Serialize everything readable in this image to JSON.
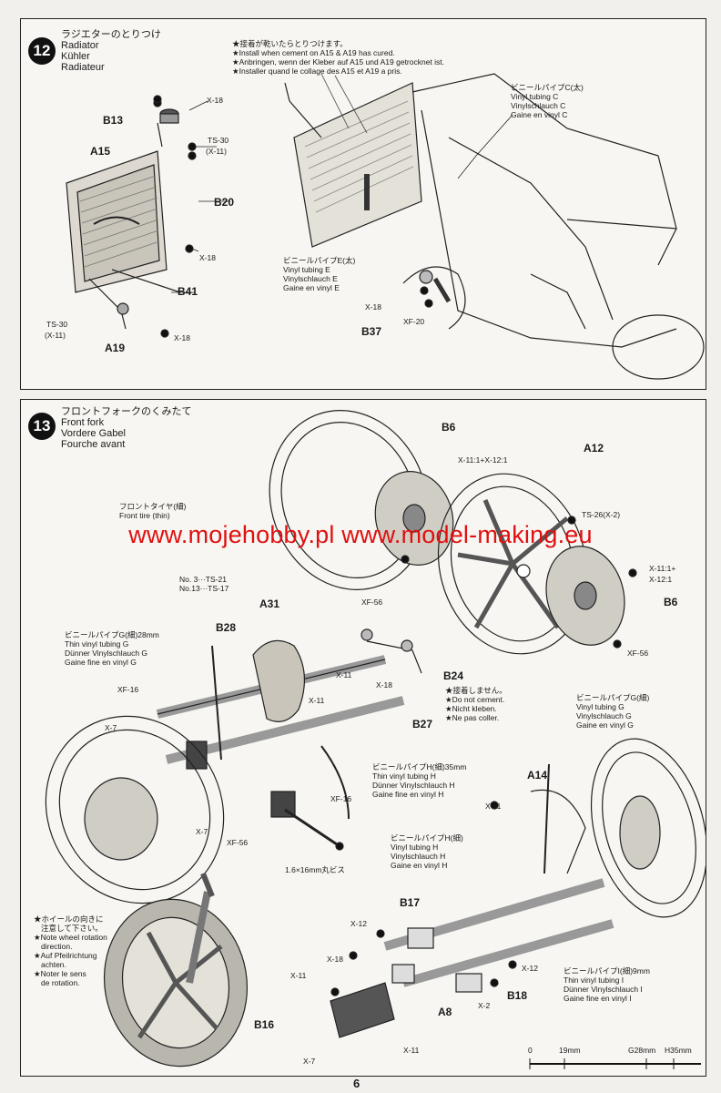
{
  "step12": {
    "number": "12",
    "title_jp": "ラジエターのとりつけ",
    "title_en": "Radiator",
    "title_de": "Kühler",
    "title_fr": "Radiateur",
    "note_jp": "★接着が乾いたらとりつけます。",
    "note_en": "★Install when cement on A15 & A19 has cured.",
    "note_de": "★Anbringen, wenn der Kleber auf A15 und A19 getrocknet ist.",
    "note_fr": "★Installer quand le collage des A15 et A19 a pris.",
    "tubing_c_jp": "ビニールパイプC(太)",
    "tubing_c_en": "Vinyl tubing C",
    "tubing_c_de": "Vinylschlauch C",
    "tubing_c_fr": "Gaine en vinyl C",
    "tubing_e_jp": "ビニールパイプE(太)",
    "tubing_e_en": "Vinyl tubing E",
    "tubing_e_de": "Vinylschlauch E",
    "tubing_e_fr": "Gaine en vinyl E",
    "labels": {
      "x18a": "X-18",
      "b13": "B13",
      "ts30a": "TS-30",
      "x11a": "(X-11)",
      "a15": "A15",
      "b20": "B20",
      "x18b": "X-18",
      "b41": "B41",
      "ts30b": "TS-30",
      "x11b": "(X-11)",
      "a19": "A19",
      "x18c": "X-18",
      "x18d": "X-18",
      "xf20": "XF-20",
      "b37": "B37"
    }
  },
  "step13": {
    "number": "13",
    "title_jp": "フロントフォークのくみたて",
    "title_en": "Front fork",
    "title_de": "Vordere Gabel",
    "title_fr": "Fourche avant",
    "front_tire_jp": "フロントタイヤ(細)",
    "front_tire_en": "Front tire (thin)",
    "ts21": "No. 3···TS-21",
    "ts17": "No.13···TS-17",
    "tubing_g_jp": "ビニールパイプG(細)28mm",
    "tubing_g_en": "Thin vinyl tubing G",
    "tubing_g_de": "Dünner Vinylschlauch G",
    "tubing_g_fr": "Gaine fine en vinyl G",
    "no_cement_jp": "★接着しません。",
    "no_cement_en": "★Do not cement.",
    "no_cement_de": "★Nicht kleben.",
    "no_cement_fr": "★Ne pas coller.",
    "tubing_g2_jp": "ビニールパイプG(細)",
    "tubing_g2_en": "Vinyl tubing G",
    "tubing_g2_de": "Vinylschlauch G",
    "tubing_g2_fr": "Gaine en vinyl G",
    "tubing_h_jp": "ビニールパイプH(細)35mm",
    "tubing_h_en": "Thin vinyl tubing H",
    "tubing_h_de": "Dünner Vinylschlauch H",
    "tubing_h_fr": "Gaine fine en vinyl H",
    "tubing_h2_jp": "ビニールパイプH(細)",
    "tubing_h2_en": "Vinyl tubing H",
    "tubing_h2_de": "Vinylschlauch H",
    "tubing_h2_fr": "Gaine en vinyl H",
    "screw": "1.6×16mm丸ビス",
    "wheel_note_jp1": "★ホイールの向きに",
    "wheel_note_jp2": "注意して下さい。",
    "wheel_note_en1": "★Note wheel rotation",
    "wheel_note_en2": "direction.",
    "wheel_note_de1": "★Auf Pfeilrichtung",
    "wheel_note_de2": "achten.",
    "wheel_note_fr1": "★Noter le sens",
    "wheel_note_fr2": "de rotation.",
    "tubing_i_jp": "ビニールパイプI(細)9mm",
    "tubing_i_en": "Thin vinyl tubing I",
    "tubing_i_de": "Dünner Vinylschlauch I",
    "tubing_i_fr": "Gaine fine en vinyl I",
    "labels": {
      "b6a": "B6",
      "x11_12a": "X-11:1+X-12:1",
      "a12": "A12",
      "ts26": "TS-26(X-2)",
      "xf56a": "XF-56",
      "x11b": "X-11:1+",
      "x12b": "X-12:1",
      "b6b": "B6",
      "xf56b": "XF-56",
      "a31": "A31",
      "b28": "B28",
      "x11c": "X-11",
      "x18e": "X-18",
      "b24": "B24",
      "xf16a": "XF-16",
      "x7a": "X-7",
      "x11d": "X-11",
      "b27": "B27",
      "xf16b": "XF-16",
      "x7b": "X-7",
      "xf56c": "XF-56",
      "a14": "A14",
      "x11e": "X-11",
      "b17": "B17",
      "x12c": "X-12",
      "x18f": "X-18",
      "x11f": "X-11",
      "x12d": "X-12",
      "b18": "B18",
      "x2": "X-2",
      "a8": "A8",
      "b16": "B16",
      "x7c": "X-7",
      "x11g": "X-11"
    }
  },
  "scale": {
    "s0": "0",
    "s1": "19mm",
    "s2": "G28mm",
    "s3": "H35mm"
  },
  "watermark": "www.mojehobby.pl www.model-making.eu",
  "page_number": "6"
}
